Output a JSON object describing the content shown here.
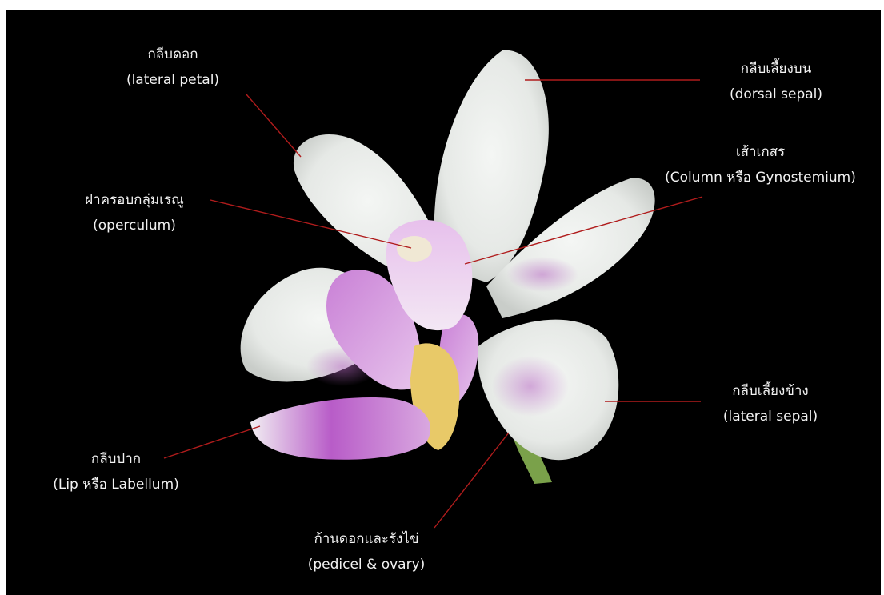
{
  "labels": {
    "lateral_petal": {
      "thai": "กลีบดอก",
      "en": "(lateral petal)"
    },
    "dorsal_sepal": {
      "thai": "กลีบเลี้ยงบน",
      "en": "(dorsal sepal)"
    },
    "column": {
      "thai": "เส้าเกสร",
      "en": "(Column หรือ Gynostemium)"
    },
    "operculum": {
      "thai": "ฝาครอบกลุ่มเรณู",
      "en": "(operculum)"
    },
    "lateral_sepal": {
      "thai": "กลีบเลี้ยงข้าง",
      "en": "(lateral sepal)"
    },
    "lip": {
      "thai": "กลีบปาก",
      "en": "(Lip หรือ Labellum)"
    },
    "pedicel": {
      "thai": "ก้านดอกและรังไข่",
      "en": "(pedicel & ovary)"
    }
  },
  "colors": {
    "background": "#000000",
    "leader_line": "#b01c1c",
    "label_text": "#f2f2f2",
    "petal_white": "#e9ece9",
    "lip_pink": "#c47fd0",
    "stem_green": "#7aa14a"
  }
}
